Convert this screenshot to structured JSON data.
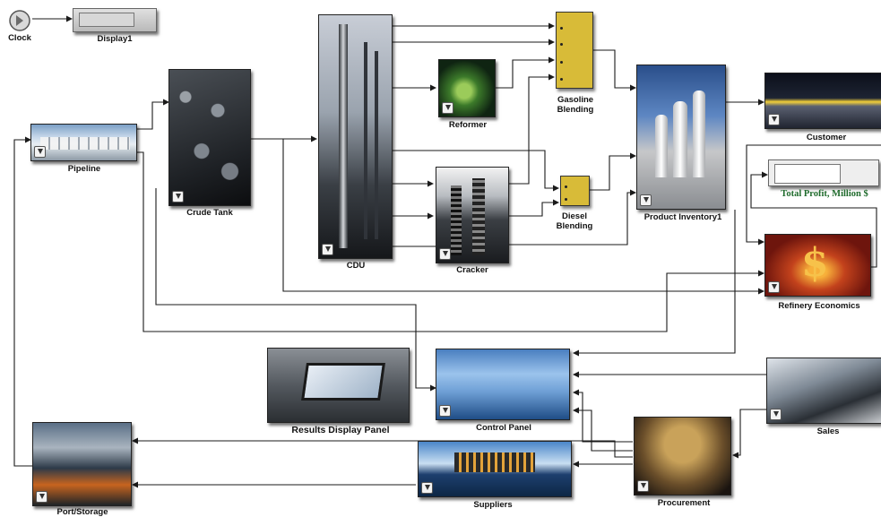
{
  "clock": {
    "label": "Clock"
  },
  "display1": {
    "label": "Display1",
    "value": ""
  },
  "blocks": {
    "pipeline": "Pipeline",
    "crude_tank": "Crude Tank",
    "cdu": "CDU",
    "reformer": "Reformer",
    "cracker": "Cracker",
    "gasoline_blending": "Gasoline Blending",
    "diesel_blending": "Diesel Blending",
    "product_inventory": "Product Inventory1",
    "customer": "Customer",
    "refinery_economics": "Refinery Economics",
    "control_panel": "Control Panel",
    "sales": "Sales",
    "procurement": "Procurement",
    "suppliers": "Suppliers",
    "port_storage": "Port/Storage"
  },
  "total_profit": {
    "label": "Total Profit, Million $",
    "value": ""
  },
  "results_panel": {
    "label": "Results Display Panel"
  },
  "colors": {
    "mux": "#d8bb38",
    "line": "#1a1a1a",
    "profit_label": "#1f6b2c"
  }
}
